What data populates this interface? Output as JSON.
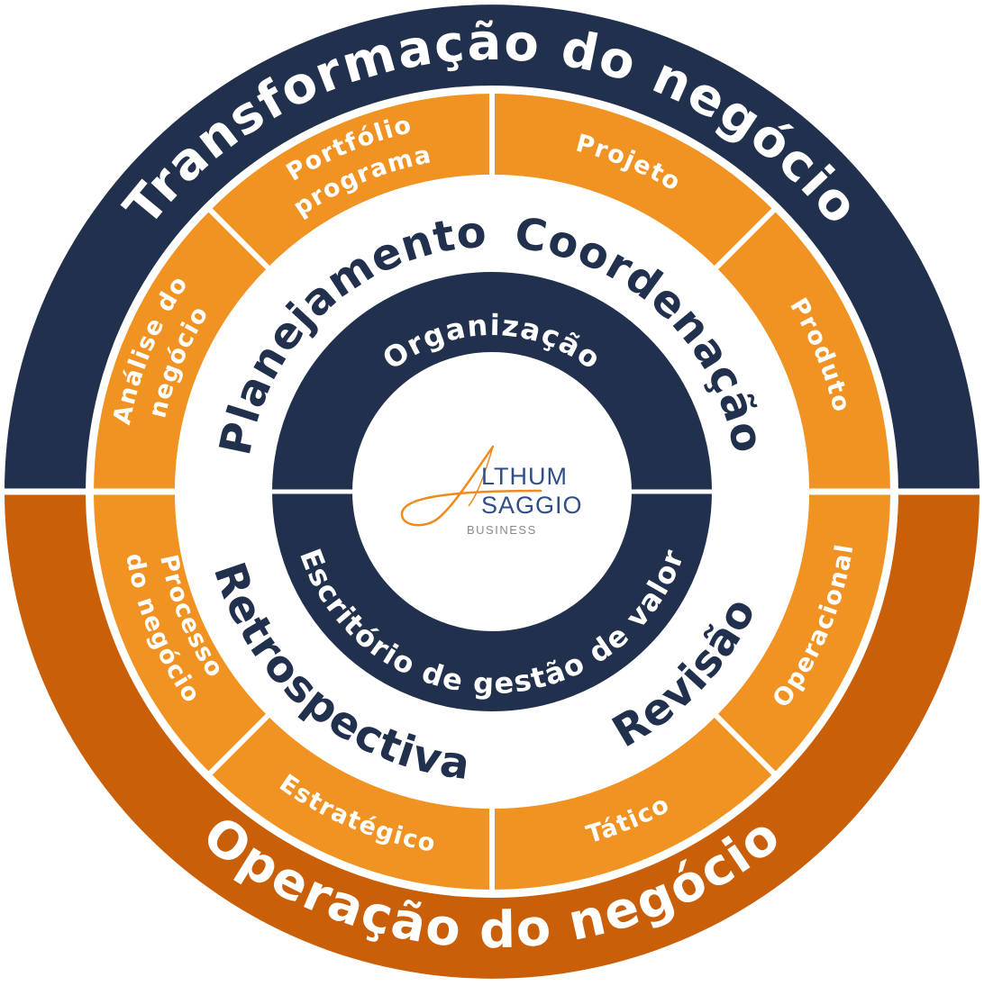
{
  "outer_ring": {
    "top_label": "Transformação do negócio",
    "bottom_label": "Operação do negócio"
  },
  "segments": {
    "portfolio": [
      "Portfólio",
      "programa"
    ],
    "analise": [
      "Análise do",
      "negócio"
    ],
    "projeto": "Projeto",
    "produto": "Produto",
    "processo": [
      "Processo",
      "do negócio"
    ],
    "estrategico": "Estratégico",
    "tatico": "Tático",
    "operacional": "Operacional"
  },
  "middle_ring": {
    "planejamento": "Planejamento",
    "coordenacao": "Coordenação",
    "retrospectiva": "Retrospectiva",
    "revisao": "Revisão"
  },
  "inner_ring": {
    "top_label": "Organização",
    "bottom_label": "Escritório de gestão de valor"
  },
  "logo": {
    "line1": "LTHUM",
    "line2": "SAGGIO",
    "line3": "BUSINESS",
    "full_name": "Althum Saggio Business"
  },
  "colors": {
    "navy": "#21304d",
    "dark_orange": "#c95f08",
    "orange": "#f09323",
    "logo_blue": "#2f4f86"
  }
}
